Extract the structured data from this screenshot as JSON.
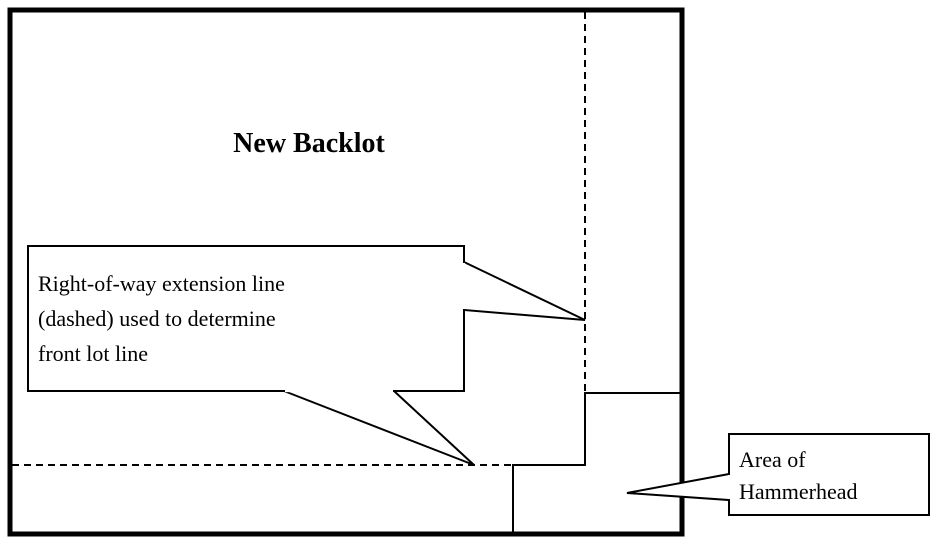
{
  "diagram": {
    "title": "New Backlot",
    "callouts": {
      "extension": {
        "lines": [
          "Right-of-way extension line",
          "(dashed) used to determine",
          "front lot line"
        ]
      },
      "hammerhead": {
        "lines": [
          "Area of",
          "Hammerhead"
        ]
      }
    }
  }
}
